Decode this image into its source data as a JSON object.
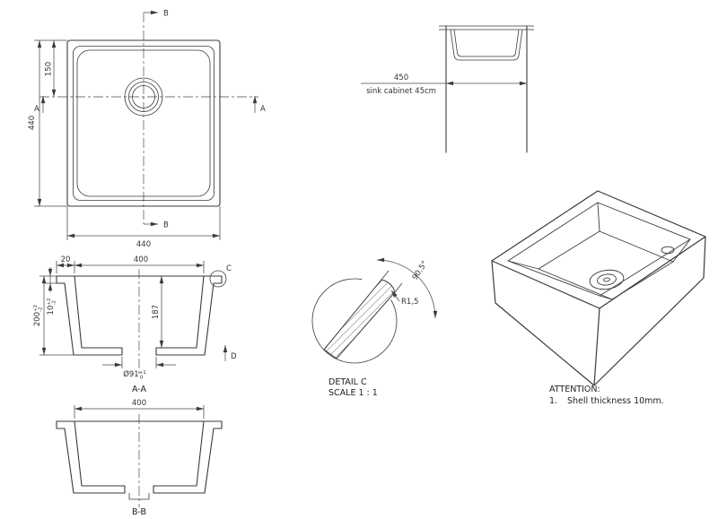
{
  "plan_view": {
    "dim_height_total": "440",
    "dim_drain_center_from_top": "150",
    "dim_width_total": "440",
    "section_marker_a": "A",
    "section_marker_b": "B"
  },
  "cabinet_view": {
    "dim_width": "450",
    "caption": "sink cabinet 45cm"
  },
  "section_aa": {
    "title": "A-A",
    "dim_rim_width": "20",
    "dim_bowl_width": "400",
    "dim_depth_total": "200",
    "dim_depth_total_tol_upper": "+2",
    "dim_depth_total_tol_lower": "-2",
    "dim_shell_top": "10",
    "dim_shell_top_tol_upper": "+2",
    "dim_shell_top_tol_lower": "-2",
    "dim_bowl_depth": "187",
    "dim_drain_diameter": "Ø91",
    "dim_drain_tol_upper": "+1",
    "dim_drain_tol_lower": "0",
    "detail_marker": "C",
    "arrow_marker_d": "D"
  },
  "section_bb": {
    "title": "B-B",
    "dim_bowl_width": "400"
  },
  "detail_c": {
    "title": "DETAIL C",
    "scale": "SCALE 1 : 1",
    "dim_radius": "R1,5",
    "dim_angle": "90.5°"
  },
  "attention": {
    "title": "ATTENTION:",
    "item_number": "1.",
    "item_text": "Shell thickness 10mm."
  },
  "colors": {
    "line": "#3a3a3a",
    "dimension": "#4a4a4a",
    "text": "#333333",
    "background": "#ffffff"
  }
}
